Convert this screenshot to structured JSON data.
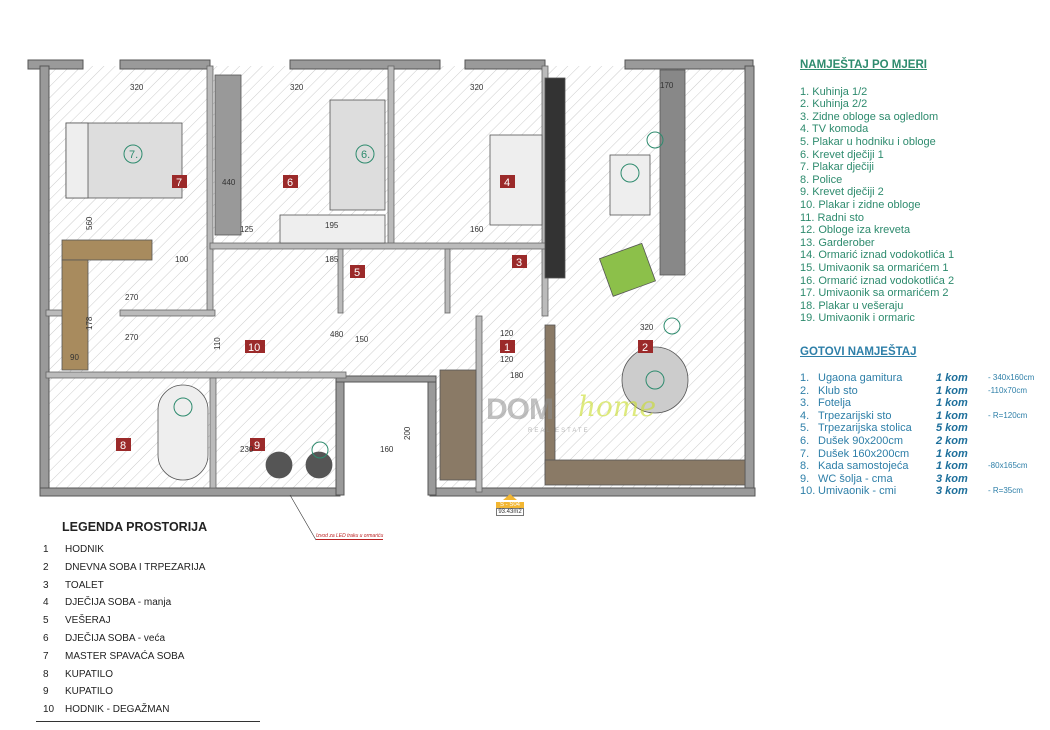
{
  "custom_furniture": {
    "title": "NAMJEŠTAJ PO MJERI",
    "items": [
      "1.  Kuhinja 1/2",
      "2.  Kuhinja 2/2",
      "3.  Zidne obloge sa ogledlom",
      "4.  TV komoda",
      "5.  Plakar u hodniku i obloge",
      "6.   Krevet dječiji 1",
      "7.  Plakar dječiji",
      "8.  Police",
      "9.   Krevet dječiji 2",
      "10.   Plakar i zidne obloge",
      "11.  Radni sto",
      "12.   Obloge iza kreveta",
      "13. Garderober",
      "14.  Ormarić iznad vodokotlića 1",
      "15.  Umivaonik sa ormarićem 1",
      "16.  Ormarić iznad vodokotlića 2",
      "17.  Umivaonik sa ormarićem 2",
      "18.   Plakar u vešeraju",
      "19.  Umivaonik i ormaric"
    ]
  },
  "ready_furniture": {
    "title": "GOTOVI NAMJEŠTAJ",
    "items": [
      {
        "n": "1.",
        "name": "Ugaona gamitura",
        "qty": "1 kom",
        "dim": "- 340x160cm"
      },
      {
        "n": "2.",
        "name": "Klub sto",
        "qty": "1 kom",
        "dim": "-110x70cm"
      },
      {
        "n": "3.",
        "name": "Fotelja",
        "qty": "1 kom",
        "dim": ""
      },
      {
        "n": "4.",
        "name": "Trpezarijski sto",
        "qty": "1 kom",
        "dim": "- R=120cm"
      },
      {
        "n": "5.",
        "name": "Trpezarijska stolica",
        "qty": "5 kom",
        "dim": ""
      },
      {
        "n": "6.",
        "name": "Dušek   90x200cm",
        "qty": "2 kom",
        "dim": ""
      },
      {
        "n": "7.",
        "name": "Dušek 160x200cm",
        "qty": "1 kom",
        "dim": ""
      },
      {
        "n": "8.",
        "name": "Kada samostojeća",
        "qty": "1 kom",
        "dim": "-80x165cm"
      },
      {
        "n": "9.",
        "name": "WC šolja - cma",
        "qty": "3 kom",
        "dim": ""
      },
      {
        "n": "10.",
        "name": "Umivaonik - cmi",
        "qty": "3 kom",
        "dim": "- R=35cm"
      }
    ]
  },
  "legend": {
    "title": "LEGENDA PROSTORIJA",
    "rooms": [
      {
        "n": "1",
        "name": "HODNIK"
      },
      {
        "n": "2",
        "name": "DNEVNA SOBA I TRPEZARIJA"
      },
      {
        "n": "3",
        "name": "TOALET"
      },
      {
        "n": "4",
        "name": "DJEČIJA SOBA - manja"
      },
      {
        "n": "5",
        "name": "VEŠERAJ"
      },
      {
        "n": "6",
        "name": "DJEČIJA SOBA - veća"
      },
      {
        "n": "7",
        "name": "MASTER SPAVAĆA SOBA"
      },
      {
        "n": "8",
        "name": "KUPATILO"
      },
      {
        "n": "9",
        "name": "KUPATILO"
      },
      {
        "n": "10",
        "name": "HODNIK - DEGAŽMAN"
      }
    ]
  },
  "plan": {
    "area_code": "S - S04",
    "area": "93.43m2",
    "annotation": "Izvod za LED traku u ormariću",
    "watermark": {
      "brand": "DOM",
      "script": "home",
      "sub": "REAL ESTATE"
    },
    "dims": [
      "320",
      "320",
      "320",
      "320",
      "440",
      "270",
      "125",
      "100",
      "270",
      "180",
      "480",
      "160",
      "200",
      "120",
      "120",
      "170",
      "90",
      "110",
      "230",
      "160",
      "195",
      "185",
      "560",
      "178",
      "150"
    ],
    "colors": {
      "room_badge": "#9b2a2a",
      "furniture_label": "#2e8b6e",
      "wood": "#8a7a66"
    }
  }
}
